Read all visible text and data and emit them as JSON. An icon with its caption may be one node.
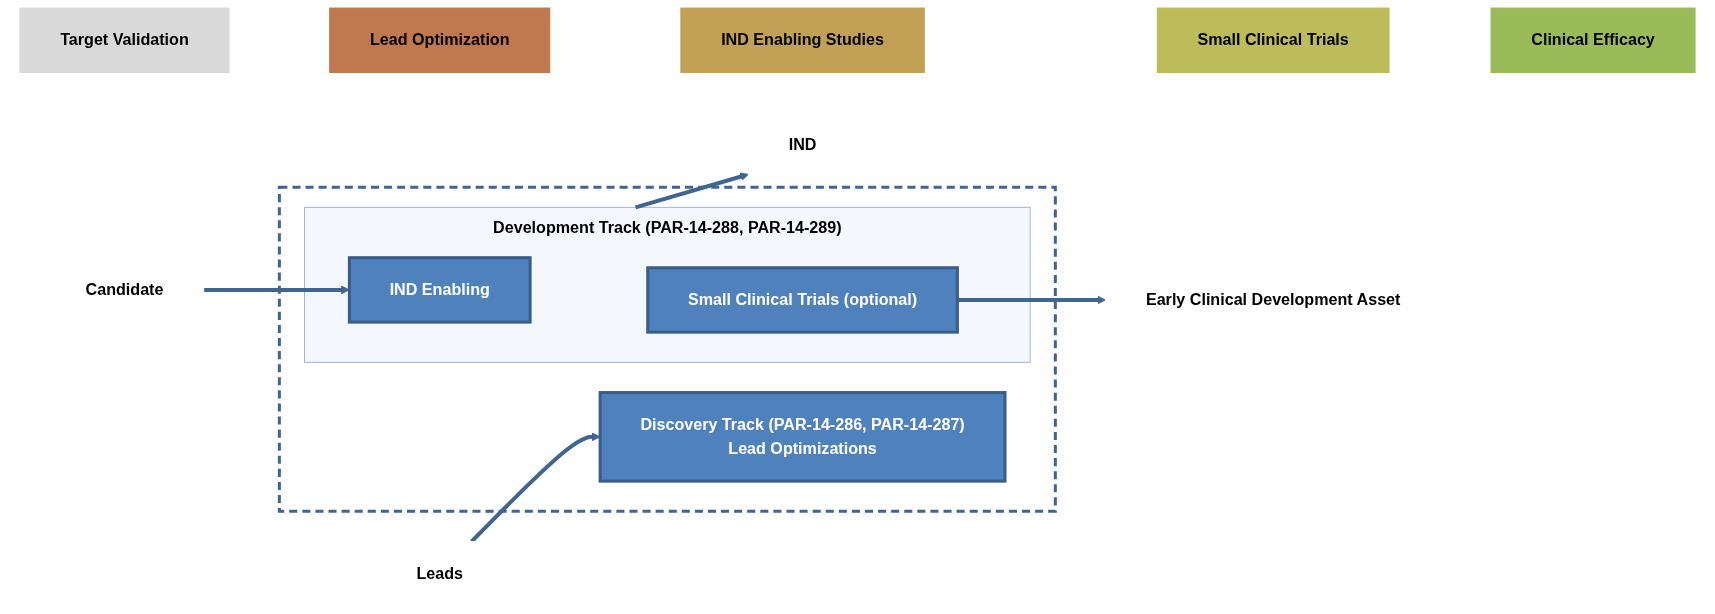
{
  "diagram": {
    "nodes": [
      {
        "text": [
          "Target Validation"
        ]
      },
      {
        "text": [
          "Lead Optimization"
        ]
      },
      {
        "text": [
          "IND Enabling Studies"
        ]
      },
      {
        "text": [
          "Small Clinical Trials"
        ]
      },
      {
        "text": [
          "Clinical Efficacy"
        ]
      },
      {
        "text": [],
        "shape": "box"
      },
      {
        "text": [
          "Discovery Track (PAR-14-286, PAR-14-287)",
          "Lead Optimizations"
        ],
        "in": 5
      },
      {
        "text": [
          "Development Track (PAR-14-288, PAR-14-289)"
        ],
        "in": 5
      },
      {
        "text": [
          "IND Enabling"
        ],
        "in": 7
      },
      {
        "text": [
          "Small Clinical Trials (optional)"
        ],
        "in": 7
      },
      {
        "text": [
          "Leads"
        ]
      },
      {
        "text": [
          "Candidate"
        ]
      },
      {
        "text": [
          "IND"
        ]
      },
      {
        "text": [
          "Early Clinical Development Asset"
        ]
      }
    ],
    "edges": [
      {
        "from": 10,
        "to": 6,
        "arrow": "to"
      },
      {
        "from": 11,
        "to": 8,
        "arrow": "to"
      },
      {
        "from": 7,
        "to": 12,
        "arrow": "to"
      },
      {
        "from": 9,
        "to": 13,
        "arrow": "to"
      }
    ]
  }
}
